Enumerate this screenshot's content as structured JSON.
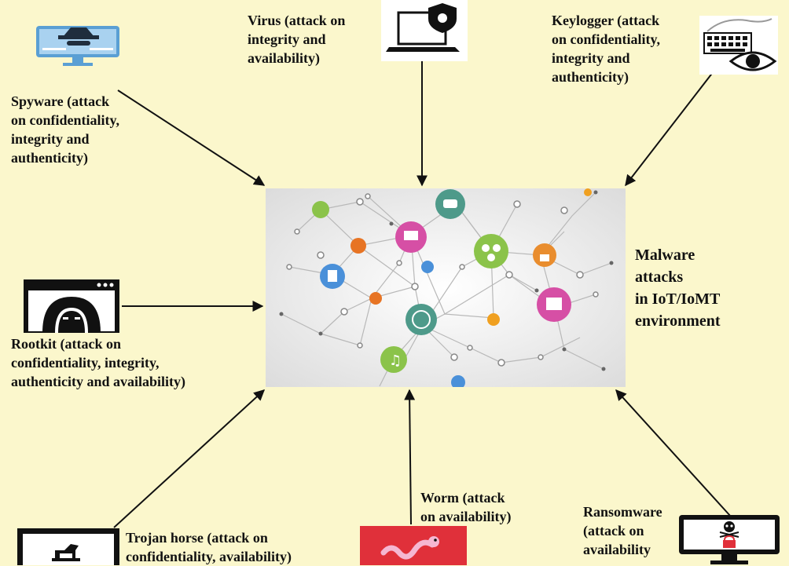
{
  "center_label": "Malware\nattacks\nin IoT/IoMT\nenvironment",
  "nodes": [
    {
      "id": "spyware",
      "label": "Spyware (attack\non confidentiality,\nintegrity and\nauthenticity)",
      "icon": "spy-monitor-icon"
    },
    {
      "id": "virus",
      "label": "Virus (attack on\nintegrity and\navailability)",
      "icon": "laptop-virus-shield-icon"
    },
    {
      "id": "keylogger",
      "label": "Keylogger (attack\non confidentiality,\nintegrity and\nauthenticity)",
      "icon": "keyboard-eye-icon"
    },
    {
      "id": "rootkit",
      "label": "Rootkit (attack on\nconfidentiality, integrity,\nauthenticity and availability)",
      "icon": "hooded-hacker-window-icon"
    },
    {
      "id": "trojan",
      "label": "Trojan horse (attack on\nconfidentiality, availability)",
      "icon": "trojan-horse-icon"
    },
    {
      "id": "worm",
      "label": "Worm (attack\non availability)",
      "icon": "worm-icon"
    },
    {
      "id": "ransomware",
      "label": "Ransomware\n(attack on\navailability",
      "icon": "skull-lock-monitor-icon"
    }
  ],
  "colors": {
    "background": "#fbf7cc",
    "arrow": "#111111",
    "network_line": "#b8b8b8",
    "worm_bg": "#e0303a"
  }
}
